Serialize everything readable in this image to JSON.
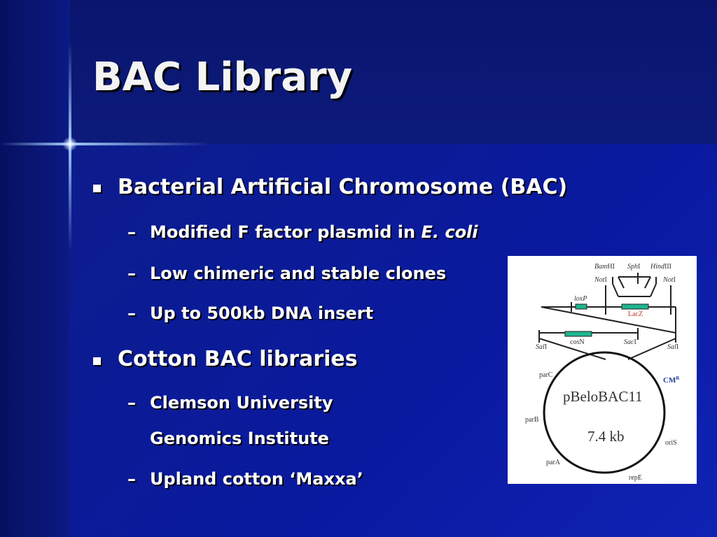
{
  "slide": {
    "title": "BAC Library",
    "bullets": [
      {
        "text": "Bacterial Artificial Chromosome (BAC)",
        "subs": [
          {
            "prefix": "Modified F factor plasmid in ",
            "italic": "E. coli"
          },
          {
            "text": "Low chimeric and stable clones"
          },
          {
            "text": "Up to 500kb DNA insert"
          }
        ]
      },
      {
        "text": "Cotton BAC libraries",
        "subs": [
          {
            "line1": "Clemson University",
            "line2": "Genomics Institute"
          },
          {
            "text": "Upland cotton ‘Maxxa’"
          }
        ]
      }
    ],
    "dash": "–"
  },
  "figure": {
    "plasmid_name": "pBeloBAC11",
    "plasmid_size": "7.4 kb",
    "sites": {
      "bam": "Bam",
      "bam_suffix": "HI",
      "sph": "Sph",
      "sph_suffix": "I",
      "hind": "Hind",
      "hind_suffix": "III",
      "not": "Not",
      "not_suffix": "I",
      "sal": "Sal",
      "sal_suffix": "I",
      "sac": "Sac",
      "sac_suffix": "I"
    },
    "features": {
      "loxp": "loxP",
      "lacz": "LacZ",
      "cosn": "cosN",
      "cm": "CM",
      "cm_sup": "R",
      "parc": "parC",
      "parb": "parB",
      "para": "parA",
      "oris": "oriS",
      "repe": "repE"
    },
    "colors": {
      "gene_box": "#1fb58f",
      "lacz_label": "#c0392b",
      "cm_label": "#1f3a9a"
    }
  }
}
